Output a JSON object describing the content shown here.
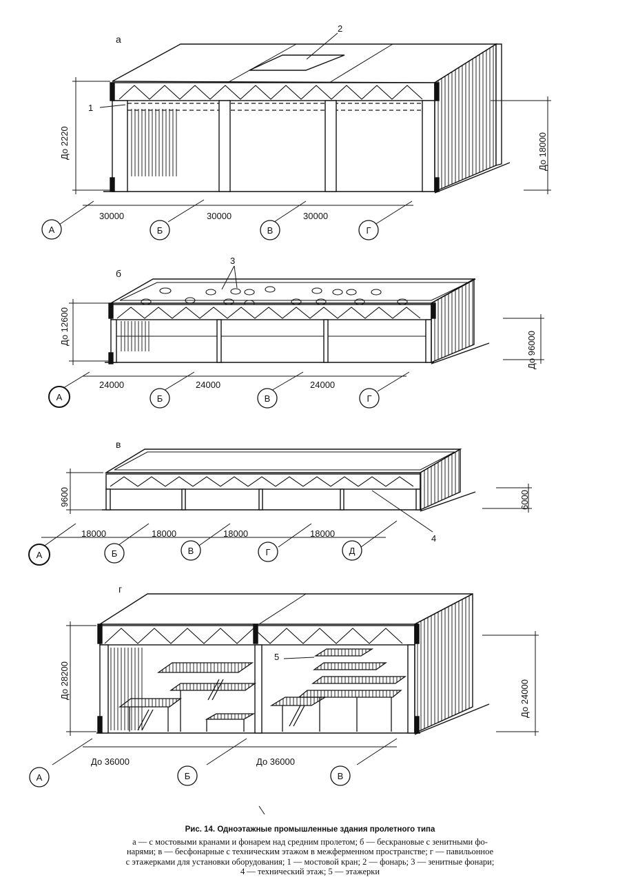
{
  "figure": {
    "title": "Рис. 14. Одноэтажные промышленные здания пролетного типа",
    "legend_lines": [
      "а — с мостовыми кранами и фонарем над средним пролетом; б — бескрановые с зенитными фо-",
      "нарями; в — бесфонарные с техническим этажом в межферменном пространстве; г — павильонное",
      "с этажерками для установки оборудования; 1 — мостовой кран; 2 — фонарь; 3 — зенитные фонари;",
      "4 — технический этаж; 5 — этажерки"
    ]
  },
  "panels": [
    {
      "letter": "а",
      "height_left": "До 2220",
      "height_right": "До 18000",
      "spans": [
        "30000",
        "30000",
        "30000"
      ],
      "axes": [
        "А",
        "Б",
        "В",
        "Г"
      ],
      "callouts": [
        "1",
        "2"
      ]
    },
    {
      "letter": "б",
      "height_left": "До 12600",
      "height_right": "До 96000",
      "spans": [
        "24000",
        "24000",
        "24000"
      ],
      "axes": [
        "А",
        "Б",
        "В",
        "Г"
      ],
      "callouts": [
        "3"
      ]
    },
    {
      "letter": "в",
      "height_left": "9600",
      "height_right": "6000",
      "spans": [
        "18000",
        "18000",
        "18000",
        "18000"
      ],
      "axes": [
        "А",
        "Б",
        "В",
        "Г",
        "Д"
      ],
      "callouts": [
        "4"
      ]
    },
    {
      "letter": "г",
      "height_left": "До 28200",
      "height_right": "До 24000",
      "spans": [
        "До 36000",
        "До 36000"
      ],
      "axes": [
        "А",
        "Б",
        "В"
      ],
      "callouts": [
        "5"
      ]
    }
  ]
}
